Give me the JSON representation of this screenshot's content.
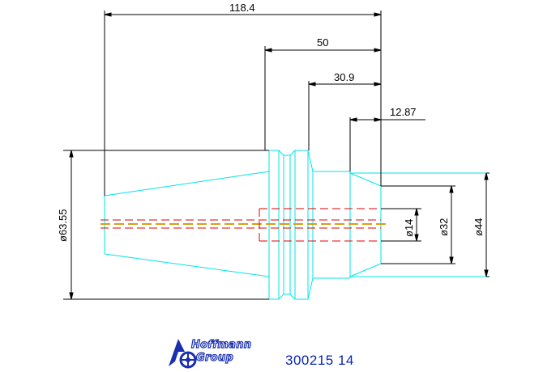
{
  "dimensions": {
    "overall_length": "118.4",
    "length_50": "50",
    "length_30_9": "30.9",
    "length_12_87": "12.87",
    "dia_63_55": "ø63.55",
    "dia_14": "ø14",
    "dia_32": "ø32",
    "dia_44": "ø44"
  },
  "logo": {
    "line1": "Hoffmann",
    "line2": "Group"
  },
  "part_number": "300215 14",
  "colors": {
    "outline": "#00e5e5",
    "dimension": "#000000",
    "bore": "#e00000",
    "centerline": "#d4a017",
    "brand": "#1a2fb0"
  }
}
